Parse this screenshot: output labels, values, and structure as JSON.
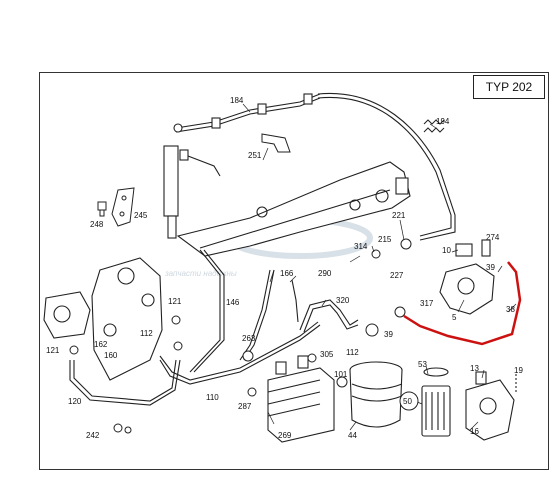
{
  "header": {
    "type_label": "TYP 202"
  },
  "watermark": {
    "text": "запчасти надежны"
  },
  "colors": {
    "highlight_line": "#cc1111",
    "drawing": "#222222"
  },
  "parts": [
    {
      "id": "p184",
      "label": "184"
    },
    {
      "id": "p194",
      "label": "194"
    },
    {
      "id": "p251",
      "label": "251"
    },
    {
      "id": "p245",
      "label": "245"
    },
    {
      "id": "p248",
      "label": "248"
    },
    {
      "id": "p221",
      "label": "221"
    },
    {
      "id": "p314",
      "label": "314"
    },
    {
      "id": "p215",
      "label": "215"
    },
    {
      "id": "p10",
      "label": "10"
    },
    {
      "id": "p274",
      "label": "274"
    },
    {
      "id": "p39a",
      "label": "39"
    },
    {
      "id": "p227",
      "label": "227"
    },
    {
      "id": "p166",
      "label": "166"
    },
    {
      "id": "p290",
      "label": "290"
    },
    {
      "id": "p317",
      "label": "317"
    },
    {
      "id": "p5",
      "label": "5"
    },
    {
      "id": "p38",
      "label": "38"
    },
    {
      "id": "p146",
      "label": "146"
    },
    {
      "id": "p320",
      "label": "320"
    },
    {
      "id": "p121a",
      "label": "121"
    },
    {
      "id": "p112a",
      "label": "112"
    },
    {
      "id": "p162",
      "label": "162"
    },
    {
      "id": "p121b",
      "label": "121"
    },
    {
      "id": "p160",
      "label": "160"
    },
    {
      "id": "p263",
      "label": "263"
    },
    {
      "id": "p305",
      "label": "305"
    },
    {
      "id": "p39b",
      "label": "39"
    },
    {
      "id": "p112b",
      "label": "112"
    },
    {
      "id": "p53",
      "label": "53"
    },
    {
      "id": "p13",
      "label": "13"
    },
    {
      "id": "p19",
      "label": "19"
    },
    {
      "id": "p120",
      "label": "120"
    },
    {
      "id": "p110",
      "label": "110"
    },
    {
      "id": "p101",
      "label": "101"
    },
    {
      "id": "p287",
      "label": "287"
    },
    {
      "id": "p50",
      "label": "50"
    },
    {
      "id": "p242",
      "label": "242"
    },
    {
      "id": "p269",
      "label": "269"
    },
    {
      "id": "p44",
      "label": "44"
    },
    {
      "id": "p16",
      "label": "16"
    }
  ]
}
